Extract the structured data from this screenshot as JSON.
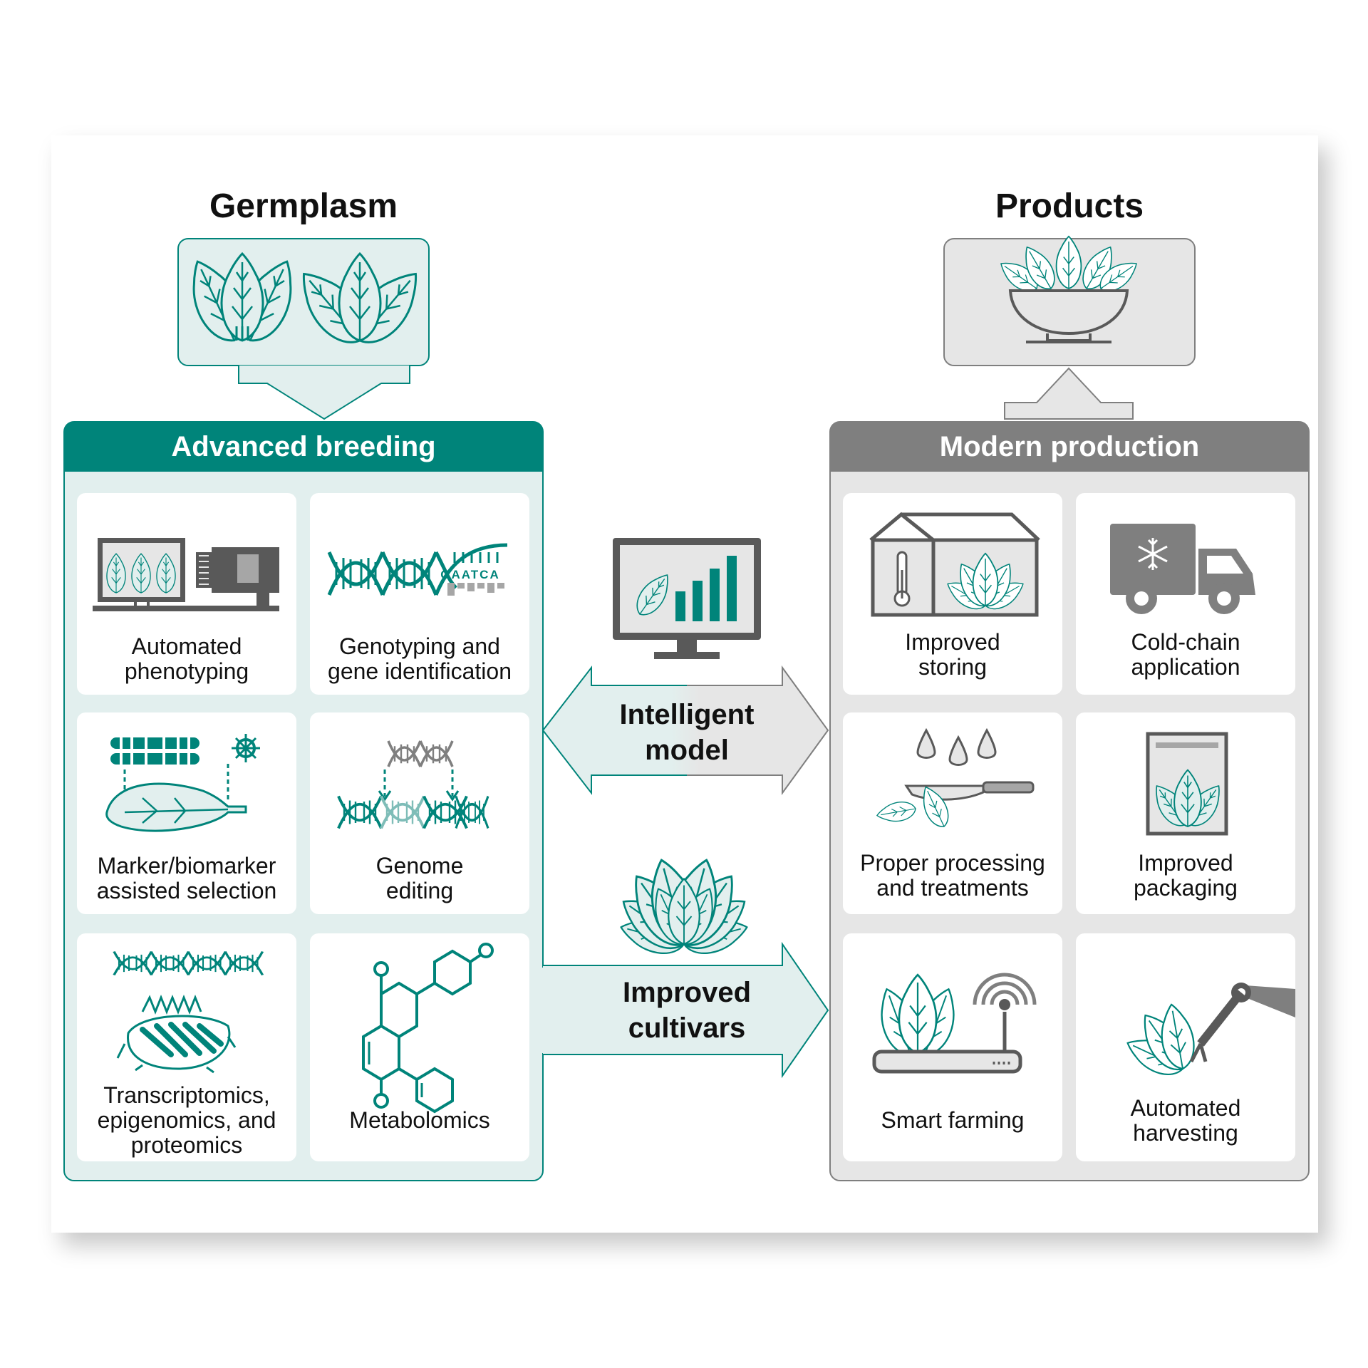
{
  "germplasm": {
    "title": "Germplasm"
  },
  "products": {
    "title": "Products"
  },
  "advanced_breeding": {
    "header": "Advanced breeding",
    "tiles": [
      {
        "label": "Automated\nphenotyping",
        "icon": "phenotyping-icon"
      },
      {
        "label": "Genotyping and\ngene identification",
        "icon": "dna-sequence-icon",
        "sequence_text": "GAATCA"
      },
      {
        "label": "Marker/biomarker\nassisted selection",
        "icon": "marker-selection-icon"
      },
      {
        "label": "Genome\nediting",
        "icon": "genome-editing-icon"
      },
      {
        "label": "Transcriptomics,\nepigenomics, and\nproteomics",
        "icon": "protein-icon"
      },
      {
        "label": "Metabolomics",
        "icon": "molecule-icon"
      }
    ]
  },
  "modern_production": {
    "header": "Modern production",
    "tiles": [
      {
        "label": "Improved\nstoring",
        "icon": "greenhouse-icon"
      },
      {
        "label": "Cold-chain\napplication",
        "icon": "refrigerated-truck-icon"
      },
      {
        "label": "Proper processing\nand treatments",
        "icon": "knife-water-icon"
      },
      {
        "label": "Improved\npackaging",
        "icon": "package-icon"
      },
      {
        "label": "Smart farming",
        "icon": "smart-farm-icon"
      },
      {
        "label": "Automated\nharvesting",
        "icon": "robot-arm-icon"
      }
    ]
  },
  "center": {
    "intelligent_model": "Intelligent\nmodel",
    "improved_cultivars": "Improved\ncultivars"
  },
  "colors": {
    "teal": "#00847a",
    "teal_light": "#e2efee",
    "gray": "#7f7f7f",
    "gray_light": "#e6e6e6",
    "dark_gray": "#595959"
  }
}
